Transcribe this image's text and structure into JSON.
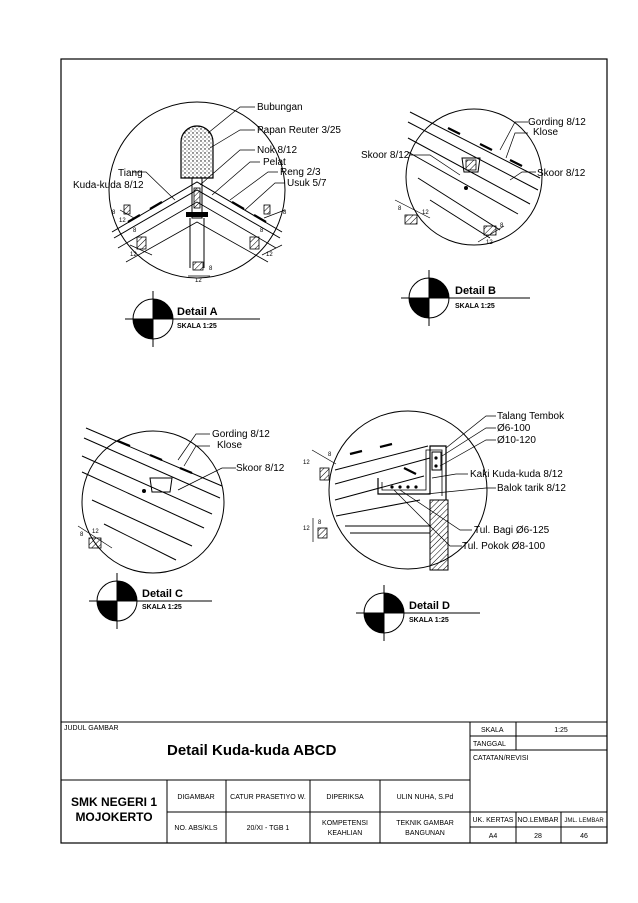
{
  "sheet": {
    "detail_a": {
      "labels": [
        "Bubungan",
        "Papan Reuter 3/25",
        "Nok 8/12",
        "Pelat",
        "Reng 2/3",
        "Usuk 5/7",
        "Tiang",
        "Kuda-kuda 8/12"
      ],
      "dims": [
        "8",
        "12",
        "8",
        "12",
        "8",
        "12",
        "8",
        "12",
        "8"
      ],
      "title": "Detail A",
      "scale": "SKALA 1:25"
    },
    "detail_b": {
      "labels": [
        "Gording 8/12",
        "Klose",
        "Skoor 8/12",
        "Skoor 8/12"
      ],
      "dims": [
        "8",
        "12",
        "8",
        "12"
      ],
      "title": "Detail B",
      "scale": "SKALA 1:25"
    },
    "detail_c": {
      "labels": [
        "Gording 8/12",
        "Klose",
        "Skoor 8/12"
      ],
      "dims": [
        "8",
        "12"
      ],
      "title": "Detail C",
      "scale": "SKALA 1:25"
    },
    "detail_d": {
      "labels": [
        "Talang Tembok",
        "Ø6-100",
        "Ø10-120",
        "Kaki Kuda-kuda 8/12",
        "Balok tarik 8/12",
        "Tul. Bagi Ø6-125",
        "Tul. Pokok Ø8-100"
      ],
      "dims": [
        "12",
        "8",
        "12",
        "8"
      ],
      "title": "Detail D",
      "scale": "SKALA 1:25"
    },
    "title_block": {
      "judul_label": "JUDUL GAMBAR",
      "title": "Detail Kuda-kuda ABCD",
      "school": [
        "SMK NEGERI 1",
        "MOJOKERTO"
      ],
      "digambar_label": "DIGAMBAR",
      "digambar_value": "CATUR PRASETIYO W.",
      "diperiksa_label": "DIPERIKSA",
      "diperiksa_value": "ULIN NUHA, S.Pd",
      "no_abs_label": "NO. ABS/KLS",
      "no_abs_value": "20/XI - TGB 1",
      "kompetensi_label": [
        "KOMPETENSI",
        "KEAHLIAN"
      ],
      "kompetensi_value": [
        "TEKNIK GAMBAR",
        "BANGUNAN"
      ],
      "skala_label": "SKALA",
      "skala_value": "1:25",
      "tanggal_label": "TANGGAL",
      "catatan_label": "CATATAN/REVISI",
      "uk_kertas_label": "UK. KERTAS",
      "no_lembar_label": "NO.LEMBAR",
      "jml_lembar_label": "JML. LEMBAR",
      "uk_kertas_value": "A4",
      "no_lembar_value": "28",
      "jml_lembar_value": "46"
    }
  }
}
